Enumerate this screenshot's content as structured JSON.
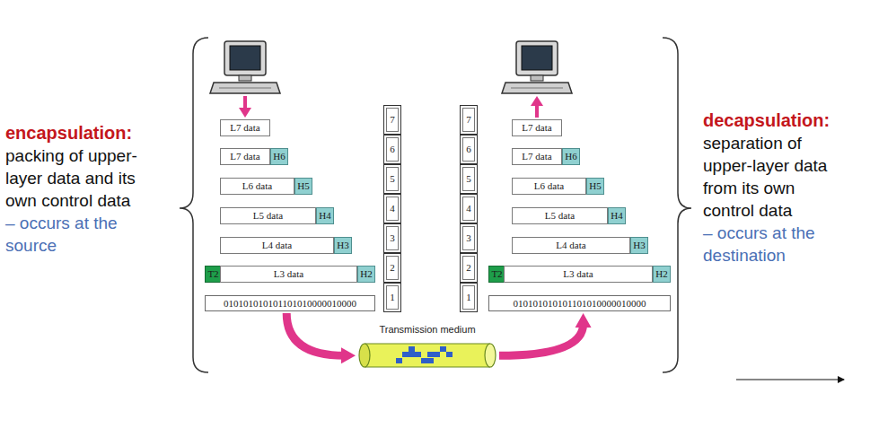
{
  "diagram": {
    "nodes": [
      {
        "text": [
          "L7 data"
        ]
      },
      {
        "text": [
          "L7 data"
        ]
      },
      {
        "text": [
          "H6"
        ]
      },
      {
        "text": [
          "L6 data"
        ]
      },
      {
        "text": [
          "H5"
        ]
      },
      {
        "text": [
          "L5 data"
        ]
      },
      {
        "text": [
          "H4"
        ]
      },
      {
        "text": [
          "L4 data"
        ]
      },
      {
        "text": [
          "H3"
        ]
      },
      {
        "text": [
          "T2"
        ]
      },
      {
        "text": [
          "L3 data"
        ]
      },
      {
        "text": [
          "H2"
        ]
      },
      {
        "text": [
          "010101010101101010000010000"
        ]
      },
      {
        "text": [
          "7"
        ]
      },
      {
        "text": [
          "6"
        ]
      },
      {
        "text": [
          "5"
        ]
      },
      {
        "text": [
          "4"
        ]
      },
      {
        "text": [
          "3"
        ]
      },
      {
        "text": [
          "2"
        ]
      },
      {
        "text": [
          "1"
        ]
      },
      {
        "text": [
          "7"
        ]
      },
      {
        "text": [
          "6"
        ]
      },
      {
        "text": [
          "5"
        ]
      },
      {
        "text": [
          "4"
        ]
      },
      {
        "text": [
          "3"
        ]
      },
      {
        "text": [
          "2"
        ]
      },
      {
        "text": [
          "1"
        ]
      },
      {
        "text": [
          "L7 data"
        ]
      },
      {
        "text": [
          "L7 data"
        ]
      },
      {
        "text": [
          "H6"
        ]
      },
      {
        "text": [
          "L6 data"
        ]
      },
      {
        "text": [
          "H5"
        ]
      },
      {
        "text": [
          "L5 data"
        ]
      },
      {
        "text": [
          "H4"
        ]
      },
      {
        "text": [
          "L4 data"
        ]
      },
      {
        "text": [
          "H3"
        ]
      },
      {
        "text": [
          "T2"
        ]
      },
      {
        "text": [
          "L3 data"
        ]
      },
      {
        "text": [
          "H2"
        ]
      },
      {
        "text": [
          "010101010101101010000010000"
        ]
      },
      {
        "text": [
          "Transmission medium"
        ]
      }
    ],
    "edges": [
      {
        "from": 12,
        "to": 40,
        "arrow": "to"
      },
      {
        "from": 40,
        "to": 39,
        "arrow": "to"
      }
    ],
    "labels": [
      "encapsulation:",
      "packing of upper-layer data and its own control data",
      "– occurs at the source",
      "decapsulation:",
      "separation of upper-layer data from its own control data",
      "– occurs at the destination"
    ]
  }
}
